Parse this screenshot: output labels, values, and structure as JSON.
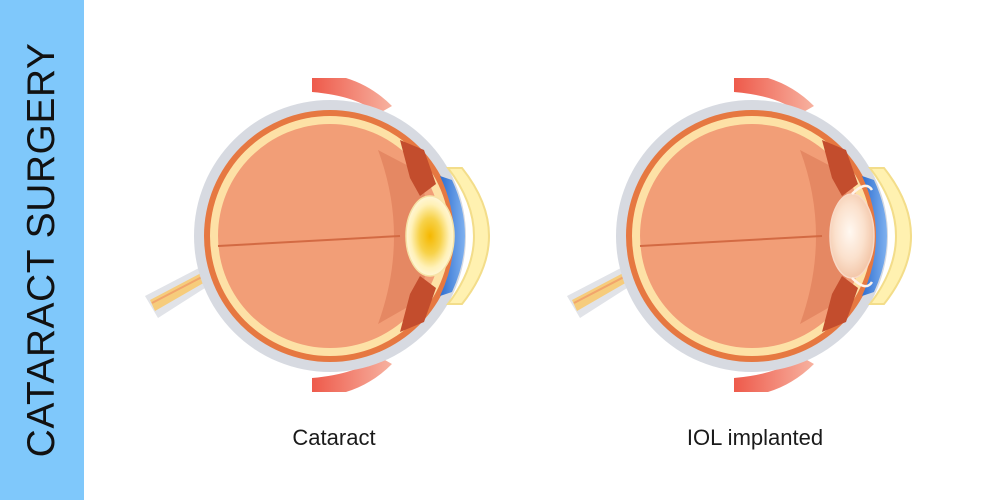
{
  "title": "CATARACT SURGERY",
  "panels": [
    {
      "caption": "Cataract"
    },
    {
      "caption": "IOL implanted"
    }
  ],
  "colors": {
    "sidebar": "#7fc8fb",
    "sclera_outline": "#d2d5dc",
    "choroid": "#e67841",
    "retina": "#fde1a6",
    "vitreous": "#f29e77",
    "ciliary": "#c34d2d",
    "iris": "#4f8fe6",
    "cornea": "#fff1b0",
    "cataract_lens": "#f5c52e",
    "iol_lens": "#fbe3d4",
    "muscle": "#ee5a4b"
  }
}
